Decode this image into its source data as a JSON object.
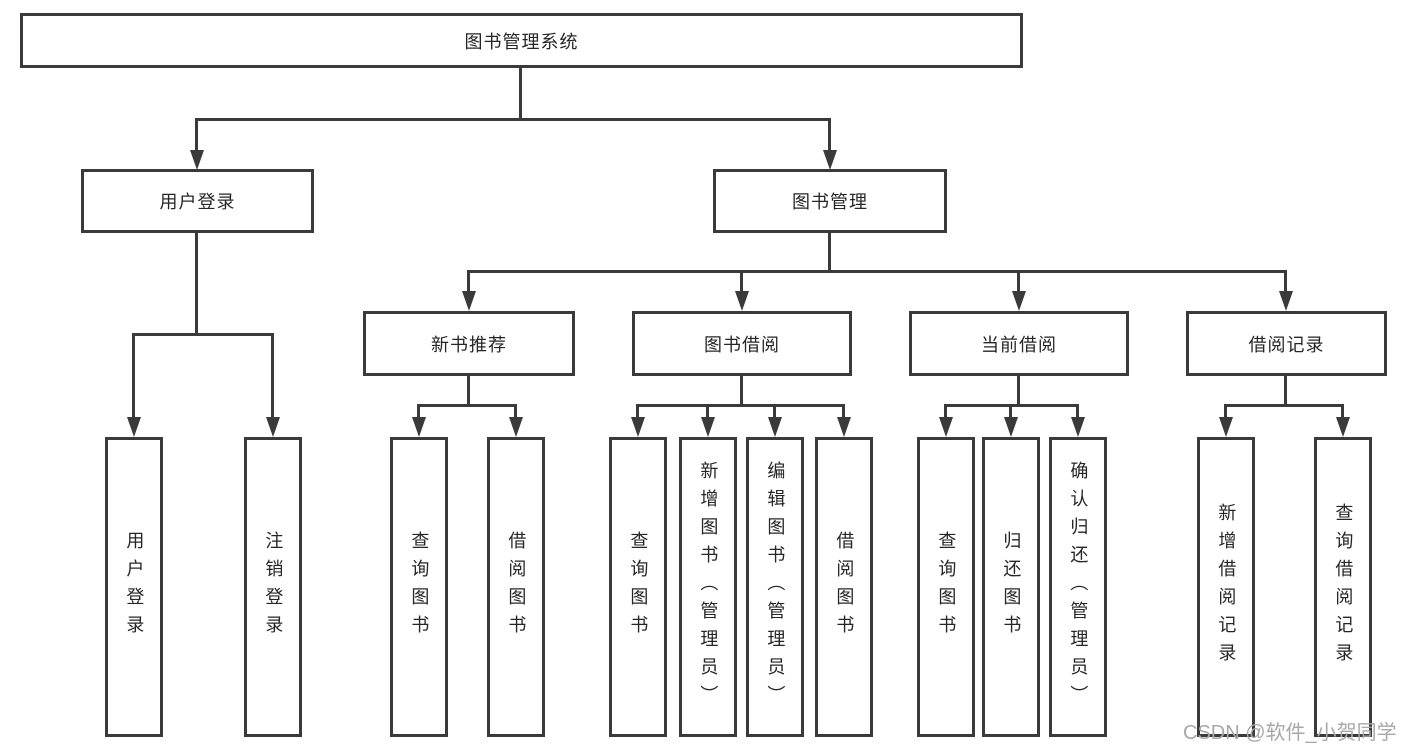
{
  "diagram": {
    "root": {
      "label": "图书管理系统"
    },
    "branches": [
      {
        "label": "用户登录",
        "children": [
          {
            "label": "用户登录"
          },
          {
            "label": "注销登录"
          }
        ]
      },
      {
        "label": "图书管理",
        "children": [
          {
            "label": "新书推荐",
            "children": [
              {
                "label": "查询图书"
              },
              {
                "label": "借阅图书"
              }
            ]
          },
          {
            "label": "图书借阅",
            "children": [
              {
                "label": "查询图书"
              },
              {
                "label": "新增图书（管理员）"
              },
              {
                "label": "编辑图书（管理员）"
              },
              {
                "label": "借阅图书"
              }
            ]
          },
          {
            "label": "当前借阅",
            "children": [
              {
                "label": "查询图书"
              },
              {
                "label": "归还图书"
              },
              {
                "label": "确认归还（管理员）"
              }
            ]
          },
          {
            "label": "借阅记录",
            "children": [
              {
                "label": "新增借阅记录"
              },
              {
                "label": "查询借阅记录"
              }
            ]
          }
        ]
      }
    ]
  },
  "watermark": {
    "text": "CSDN @软件_小贺同学"
  },
  "colors": {
    "line": "#3a3a3a",
    "text": "#262626",
    "watermark": "#a8a8a8"
  }
}
